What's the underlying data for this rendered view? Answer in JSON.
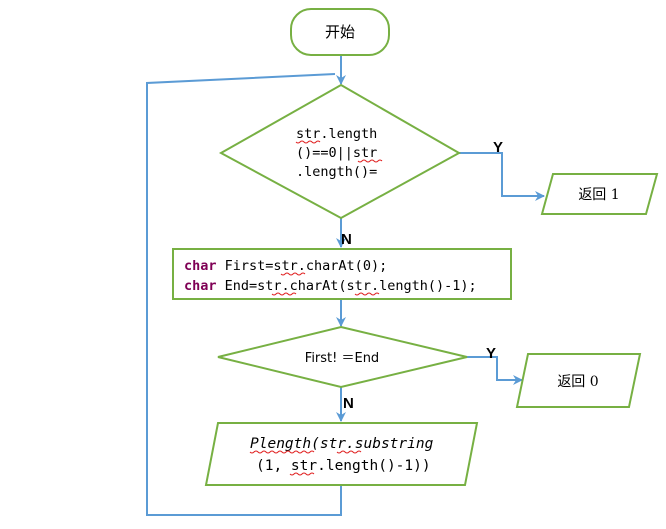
{
  "flowchart": {
    "start_label": "开始",
    "decision1": {
      "lines": [
        "str.length",
        "()==0||str",
        ".length()="
      ]
    },
    "yes_label": "Y",
    "no_label": "N",
    "return1_label": "返回 1",
    "assign": {
      "line1_kw": "char",
      "line1_rest": " First=str.charAt(0);",
      "line2_kw": "char",
      "line2_rest": " End=str.charAt(str.length()-1);"
    },
    "decision2_label": "First! ＝End",
    "return0_label": "返回 0",
    "recurse": {
      "line1": "Plength(str.substring",
      "line2": "(1, str.length()-1))"
    },
    "colors": {
      "shape_stroke": "#77b043",
      "arrow": "#5b9bd5",
      "keyword": "#7f0055",
      "spell_underline": "#e02020"
    }
  }
}
